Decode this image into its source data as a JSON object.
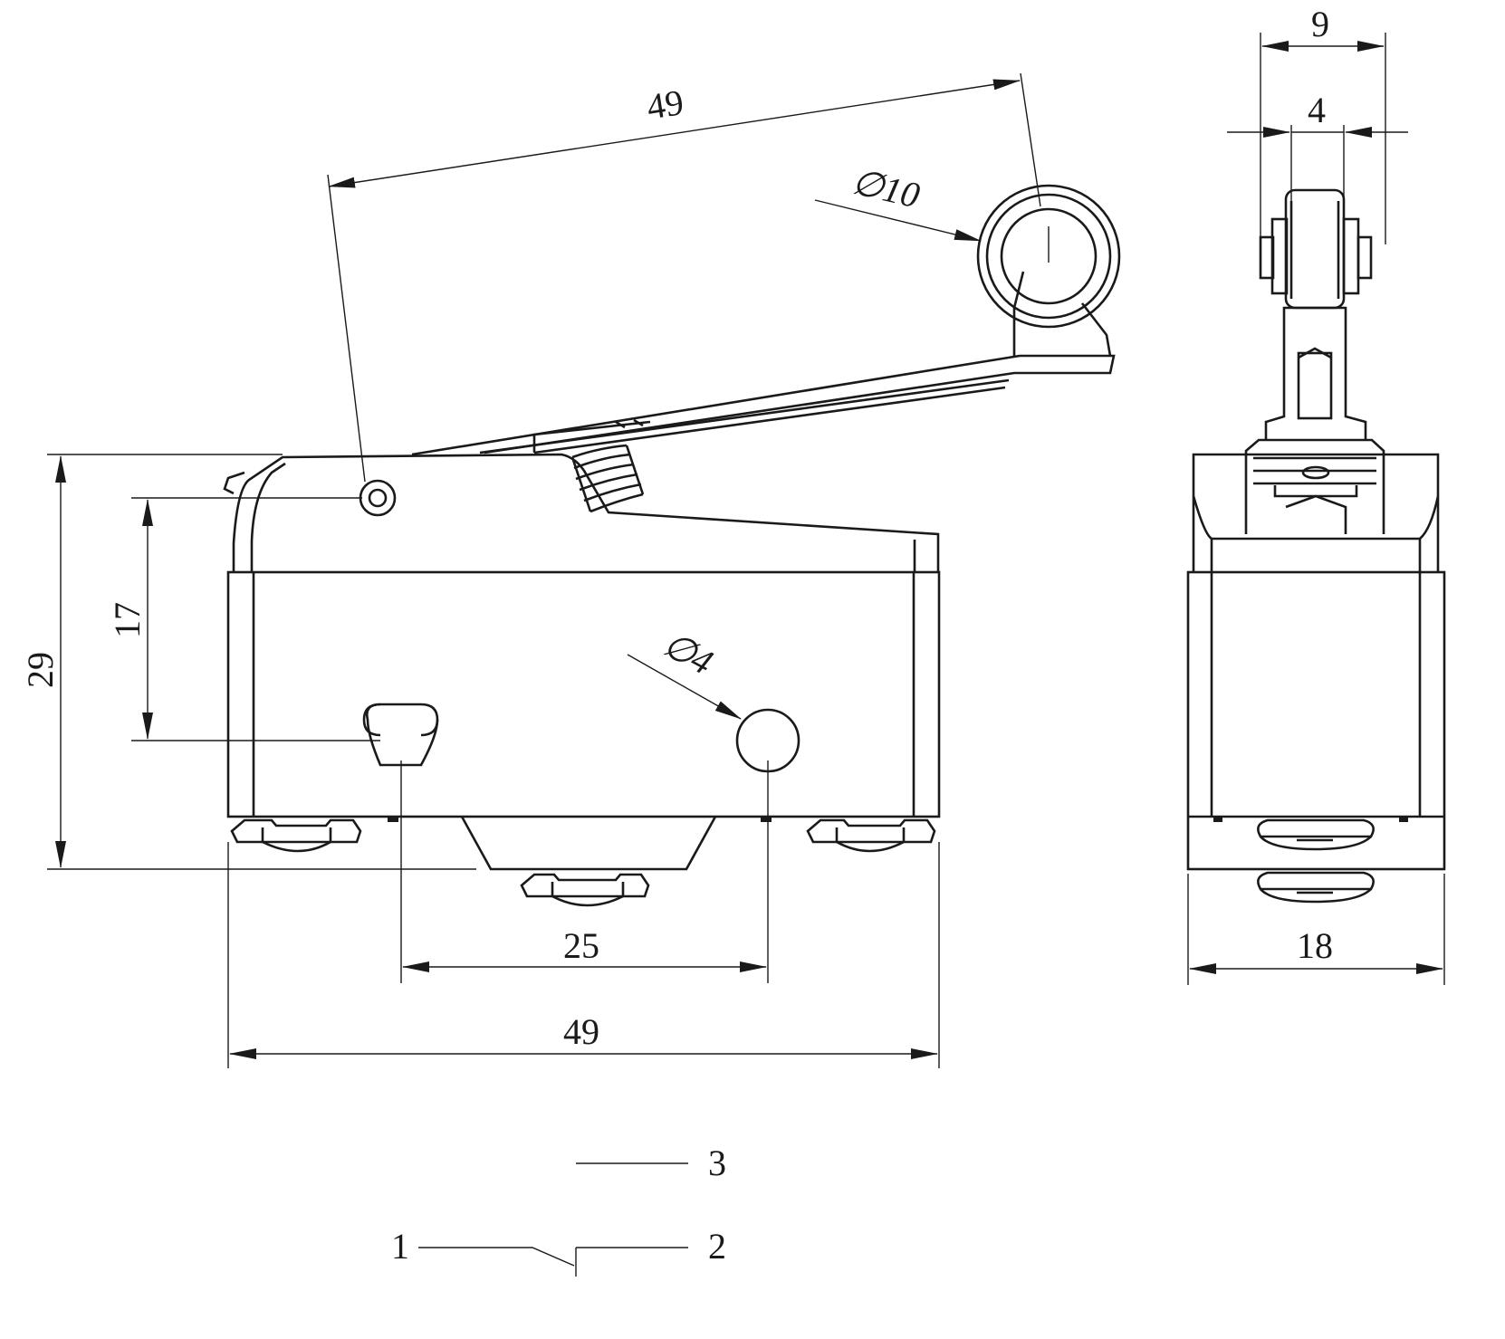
{
  "dimensions": {
    "lever_length": "49",
    "roller_diameter": "∅10",
    "height_total": "29",
    "hole_height": "17",
    "hole_diameter": "∅4",
    "hole_spacing": "25",
    "body_length": "49",
    "roller_assembly_width": "9",
    "roller_width": "4",
    "body_width": "18"
  },
  "schematic": {
    "terminal_common": "1",
    "terminal_no": "2",
    "terminal_nc": "3"
  },
  "colors": {
    "line": "#1a1a1a",
    "background": "#ffffff"
  }
}
